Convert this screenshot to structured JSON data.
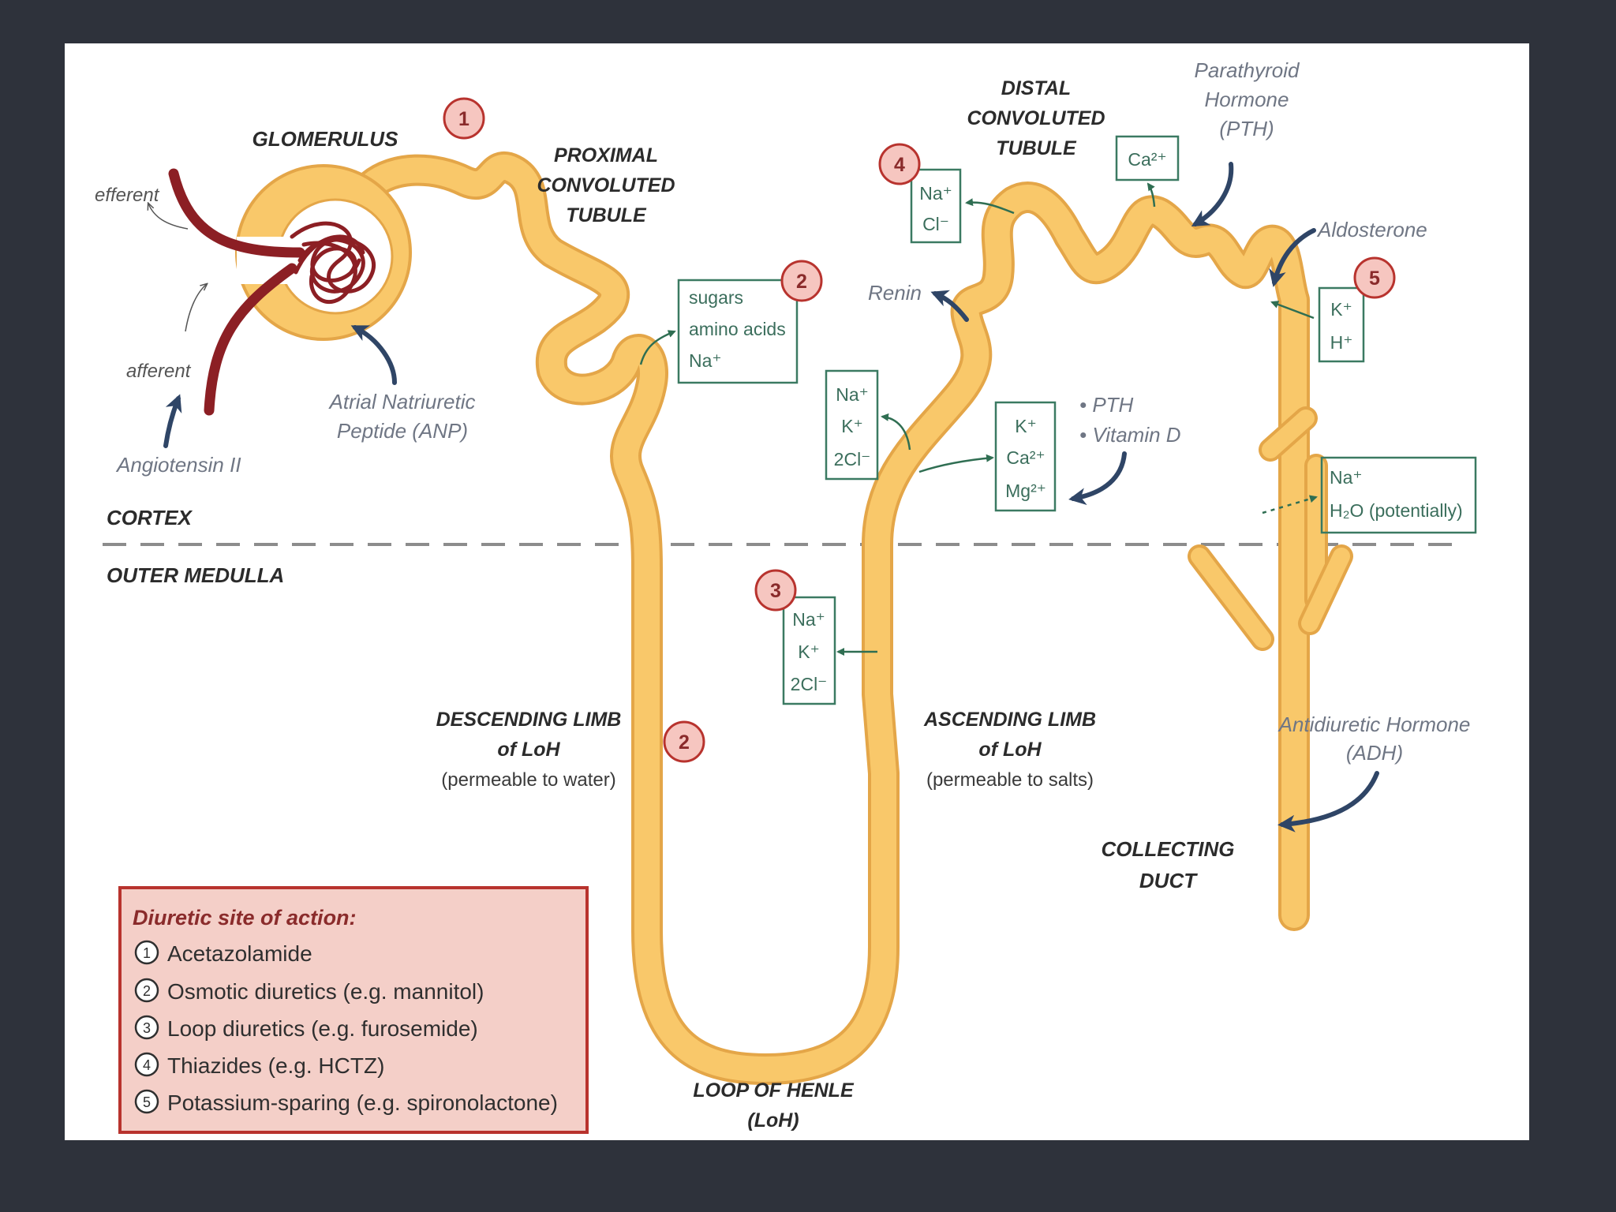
{
  "labels": {
    "glomerulus": "GLOMERULUS",
    "pct": [
      "PROXIMAL",
      "CONVOLUTED",
      "TUBULE"
    ],
    "dct": [
      "DISTAL",
      "CONVOLUTED",
      "TUBULE"
    ],
    "efferent": "efferent",
    "afferent": "afferent",
    "cortex": "CORTEX",
    "outer_medulla": "OUTER MEDULLA",
    "descending": [
      "DESCENDING LIMB",
      "of LoH",
      "(permeable to water)"
    ],
    "ascending": [
      "ASCENDING LIMB",
      "of LoH",
      "(permeable to salts)"
    ],
    "loop": [
      "LOOP OF HENLE",
      "(LoH)"
    ],
    "collecting": [
      "COLLECTING",
      "DUCT"
    ]
  },
  "hormones": {
    "anp": [
      "Atrial Natriuretic",
      "Peptide (ANP)"
    ],
    "angiotensin": "Angiotensin II",
    "renin": "Renin",
    "pth": [
      "Parathyroid",
      "Hormone",
      "(PTH)"
    ],
    "aldosterone": "Aldosterone",
    "adh": [
      "Antidiuretic Hormone",
      "(ADH)"
    ],
    "pth_vitd": [
      "• PTH",
      "• Vitamin D"
    ]
  },
  "ion_boxes": {
    "pct": [
      "sugars",
      "amino acids",
      "Na⁺"
    ],
    "dct_nacl": [
      "Na⁺",
      "Cl⁻"
    ],
    "ca": [
      "Ca²⁺"
    ],
    "kh": [
      "K⁺",
      "H⁺"
    ],
    "tal_nak2cl": [
      "Na⁺",
      "K⁺",
      "2Cl⁻"
    ],
    "tal_kcamg": [
      "K⁺",
      "Ca²⁺",
      "Mg²⁺"
    ],
    "medulla_nak2cl": [
      "Na⁺",
      "K⁺",
      "2Cl⁻"
    ],
    "cd_na_h2o": [
      "Na⁺",
      "H₂O (potentially)"
    ]
  },
  "site_markers": [
    "1",
    "2",
    "2",
    "3",
    "4",
    "5"
  ],
  "legend": {
    "title": "Diuretic site of action:",
    "items": [
      {
        "num": "1",
        "text": "Acetazolamide"
      },
      {
        "num": "2",
        "text": "Osmotic diuretics (e.g. mannitol)"
      },
      {
        "num": "3",
        "text": "Loop diuretics (e.g. furosemide)"
      },
      {
        "num": "4",
        "text": "Thiazides (e.g. HCTZ)"
      },
      {
        "num": "5",
        "text": "Potassium-sparing (e.g. spironolactone)"
      }
    ]
  },
  "colors": {
    "background": "#2e323b",
    "panel": "#ffffff",
    "tubule_fill": "#f9c86a",
    "tubule_edge": "#e4a648",
    "vessel": "#8c1f24",
    "ion_box": "#3b7a62",
    "hormone_arrow": "#2f4566",
    "marker_fill": "#f6c6c0",
    "marker_stroke": "#b8332e",
    "legend_fill": "#f4cfc8",
    "legend_stroke": "#b8332e"
  }
}
